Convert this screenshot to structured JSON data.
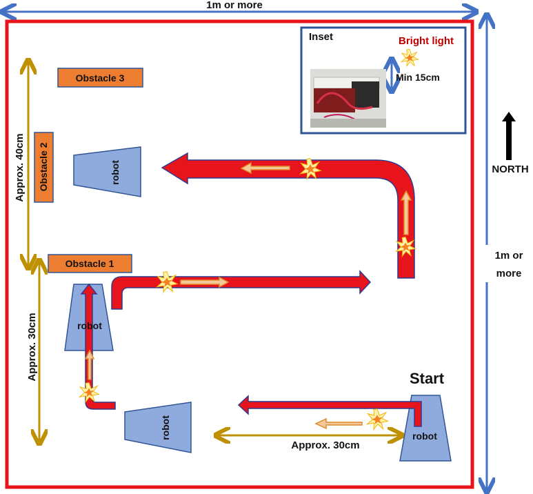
{
  "dimensions": {
    "width_label": "1m or more",
    "height_label_line1": "1m or",
    "height_label_line2": "more",
    "approx_40": "Approx. 40cm",
    "approx_30_vertical": "Approx. 30cm",
    "approx_30_horizontal": "Approx. 30cm"
  },
  "compass": {
    "label": "NORTH"
  },
  "inset": {
    "title": "Inset",
    "light_label": "Bright light",
    "height_label": "Min 15cm"
  },
  "obstacles": [
    {
      "label": "Obstacle 1"
    },
    {
      "label": "Obstacle 2"
    },
    {
      "label": "Obstacle 3"
    }
  ],
  "robots": [
    {
      "label": "robot"
    },
    {
      "label": "robot"
    },
    {
      "label": "robot"
    },
    {
      "label": "robot"
    }
  ],
  "start_label": "Start",
  "colors": {
    "arena_border": "#e8141b",
    "dimension_arrow": "#4472c4",
    "approx_arrow": "#bf9000",
    "obstacle_fill": "#ed7d31",
    "robot_fill": "#8faadc",
    "path_fill": "#e8141b",
    "path_stroke": "#2f3a8f",
    "inset_border": "#2f5597",
    "light_text": "#c00000"
  }
}
